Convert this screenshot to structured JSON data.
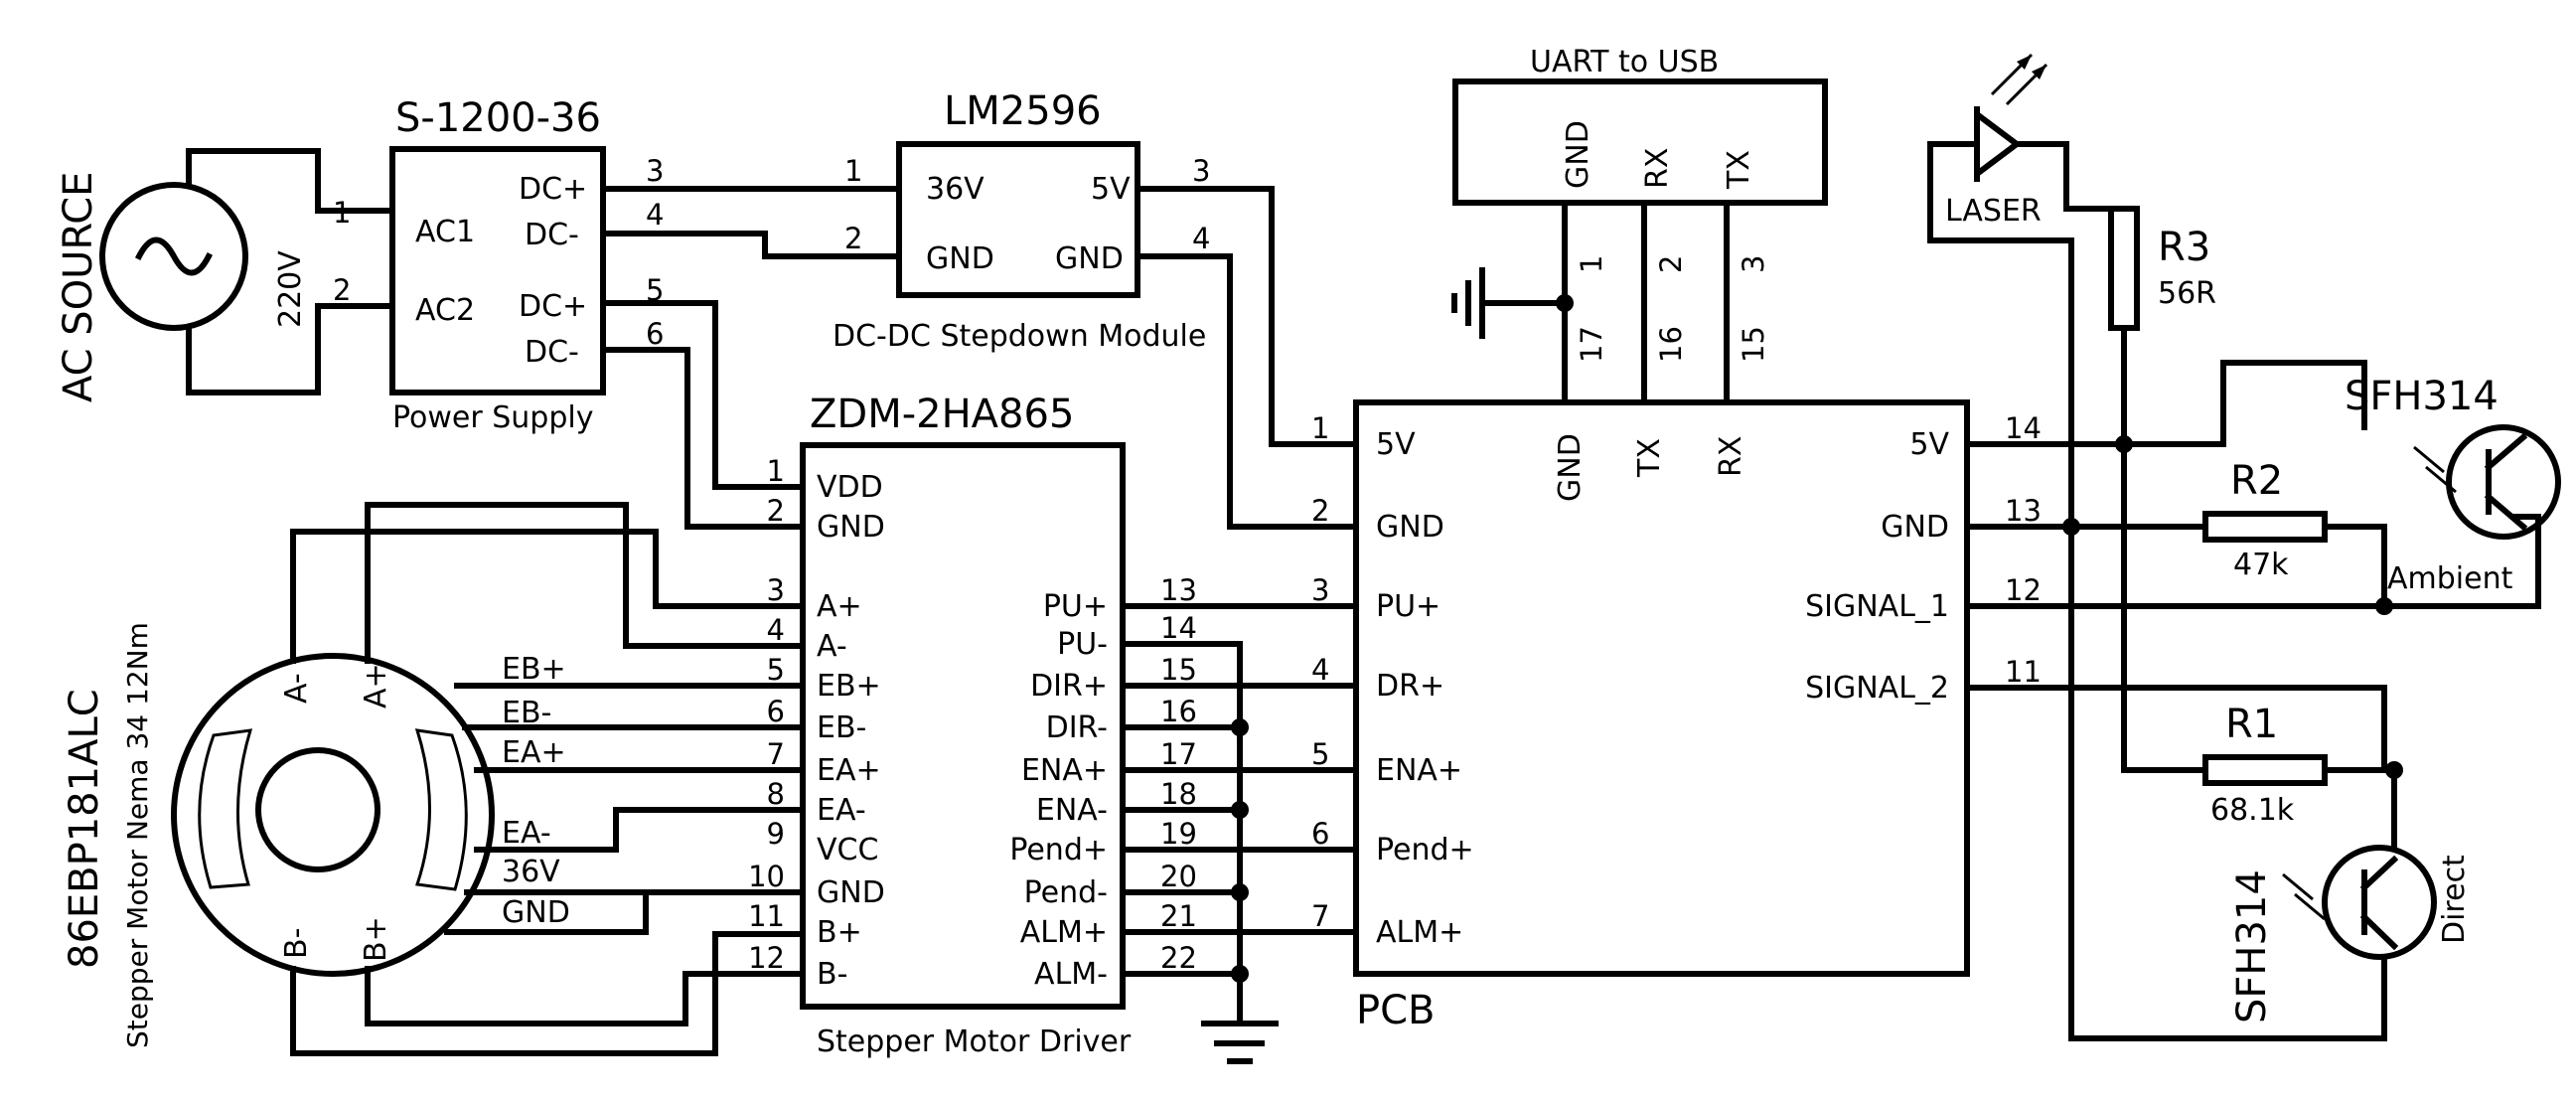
{
  "ac": {
    "title": "AC SOURCE",
    "voltage": "220V",
    "pins": [
      "1",
      "2"
    ]
  },
  "psu": {
    "model": "S-1200-36",
    "caption": "Power Supply",
    "pins": [
      "AC1",
      "AC2",
      "DC+",
      "DC-",
      "DC+",
      "DC-"
    ],
    "nets": [
      "3",
      "4",
      "5",
      "6"
    ]
  },
  "buck": {
    "model": "LM2596",
    "caption": "DC-DC Stepdown Module",
    "pins": [
      "36V",
      "GND",
      "5V",
      "GND"
    ],
    "nets": [
      "1",
      "2",
      "3",
      "4"
    ]
  },
  "uart": {
    "title": "UART to USB",
    "pins": [
      "GND",
      "RX",
      "TX"
    ],
    "nums": [
      "1",
      "2",
      "3"
    ]
  },
  "driver": {
    "model": "ZDM-2HA865",
    "caption": "Stepper Motor Driver",
    "left_pins": [
      "VDD",
      "GND",
      "A+",
      "A-",
      "EB+",
      "EB-",
      "EA+",
      "EA-",
      "VCC",
      "GND",
      "B+",
      "B-"
    ],
    "left_nums": [
      "1",
      "2",
      "3",
      "4",
      "5",
      "6",
      "7",
      "8",
      "9",
      "10",
      "11",
      "12"
    ],
    "right_pins": [
      "PU+",
      "PU-",
      "DIR+",
      "DIR-",
      "ENA+",
      "ENA-",
      "Pend+",
      "Pend-",
      "ALM+",
      "ALM-"
    ],
    "right_nums": [
      "13",
      "14",
      "15",
      "16",
      "17",
      "18",
      "19",
      "20",
      "21",
      "22"
    ]
  },
  "pcb": {
    "title": "PCB",
    "left_pins": [
      "5V",
      "GND",
      "PU+",
      "DR+",
      "ENA+",
      "Pend+",
      "ALM+"
    ],
    "left_nums": [
      "1",
      "2",
      "3",
      "4",
      "5",
      "6",
      "7"
    ],
    "top_pins": [
      "GND",
      "TX",
      "RX"
    ],
    "top_nums": [
      "17",
      "16",
      "15"
    ],
    "right_pins": [
      "5V",
      "GND",
      "SIGNAL_1",
      "SIGNAL_2"
    ],
    "right_nums": [
      "14",
      "13",
      "12",
      "11"
    ]
  },
  "motor": {
    "model": "86EBP181ALC",
    "caption": "Stepper Motor Nema 34 12Nm",
    "ring": [
      "A-",
      "A+",
      "B-",
      "B+"
    ],
    "wires": [
      "EB+",
      "EB-",
      "EA+",
      "EA-",
      "36V",
      "GND"
    ]
  },
  "parts": {
    "laser": "LASER",
    "r3": {
      "name": "R3",
      "value": "56R"
    },
    "r2": {
      "name": "R2",
      "value": "47k"
    },
    "r1": {
      "name": "R1",
      "value": "68.1k"
    },
    "q1": {
      "name": "SFH314",
      "role": "Ambient"
    },
    "q2": {
      "name": "SFH314",
      "role": "Direct"
    }
  }
}
